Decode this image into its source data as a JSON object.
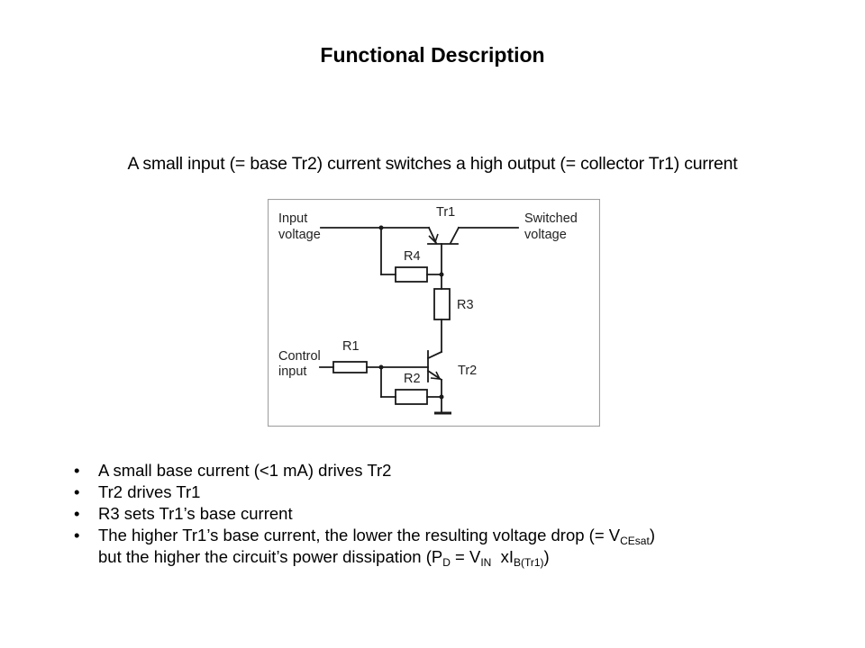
{
  "title": "Functional Description",
  "subtitle": "A small input (= base Tr2) current switches a high output (= collector Tr1) current",
  "circuit": {
    "labels": {
      "input_voltage_line1": "Input",
      "input_voltage_line2": "voltage",
      "switched_voltage_line1": "Switched",
      "switched_voltage_line2": "voltage",
      "control_input_line1": "Control",
      "control_input_line2": "input",
      "tr1": "Tr1",
      "tr2": "Tr2",
      "r1": "R1",
      "r2": "R2",
      "r3": "R3",
      "r4": "R4"
    },
    "colors": {
      "wire": "#1a1a1a",
      "frame": "#a0a0a0"
    }
  },
  "bullets": {
    "bullet_glyph": "•",
    "items": [
      {
        "text": "A small base current (<1 mA) drives Tr2"
      },
      {
        "text": "Tr2 drives Tr1"
      },
      {
        "text": "R3 sets Tr1’s base current"
      },
      {
        "line1_text": "The higher Tr1’s base current, the lower the resulting voltage drop (= V",
        "line1_sub": "CEsat",
        "line1_end": ")",
        "line2_text": "but the higher the circuit’s power dissipation (P",
        "line2_sub1": "D",
        "line2_mid": " = V",
        "line2_sub2": "IN",
        "line2_mid2": "  xI",
        "line2_sub3": "B(Tr1)",
        "line2_end": ")"
      }
    ]
  }
}
